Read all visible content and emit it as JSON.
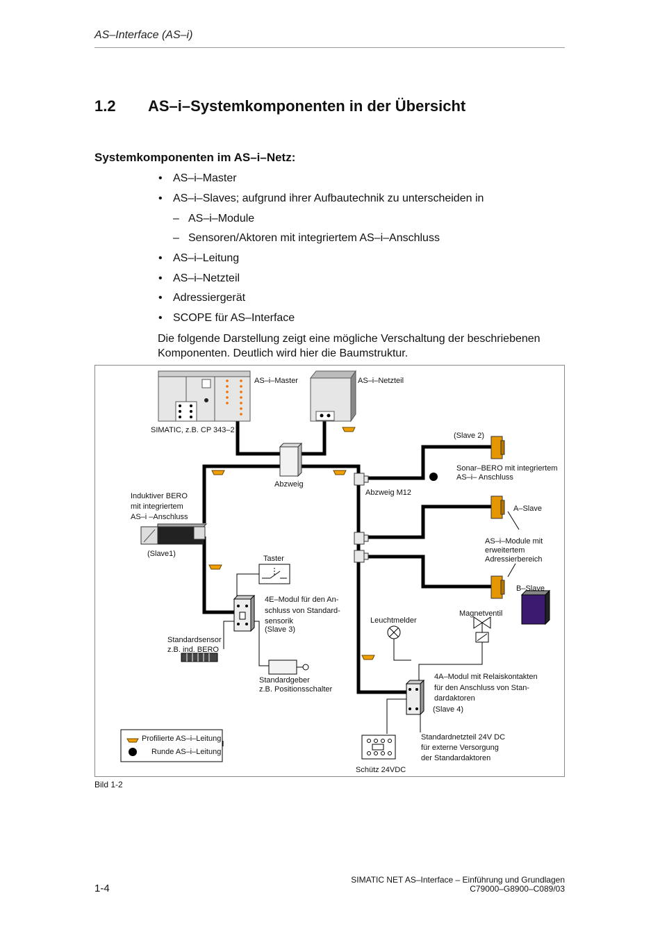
{
  "header": {
    "running_title": "AS–Interface (AS–i)"
  },
  "section": {
    "number": "1.2",
    "title": "AS–i–Systemkomponenten in der Übersicht"
  },
  "subheading": "Systemkomponenten im AS–i–Netz:",
  "list": {
    "bullet_symbol": "•",
    "dash_symbol": "–",
    "items": [
      "AS–i–Master",
      "AS–i–Slaves; aufgrund ihrer Aufbautechnik zu unterscheiden in",
      "AS–i–Module",
      "Sensoren/Aktoren mit integriertem AS–i–Anschluss",
      "AS–i–Leitung",
      "AS–i–Netzteil",
      "Adressiergerät",
      "SCOPE für AS–Interface"
    ]
  },
  "intro": "Die folgende Darstellung zeigt eine mögliche Verschaltung der beschriebenen Komponenten. Deutlich wird hier die Baumstruktur.",
  "figure": {
    "labels": {
      "master": "AS–i–Master",
      "netzteil": "AS–i–Netzteil",
      "simatic": "SIMATIC, z.B. CP 343–2",
      "slave2": "(Slave 2)",
      "sonar1": "Sonar–BERO mit integriertem",
      "sonar2": "AS–i– Anschluss",
      "abzweig": "Abzweig",
      "abzweig_m12": "Abzweig M12",
      "ind1": "Induktiver BERO",
      "ind2": "mit integriertem",
      "ind3": "AS–i –Anschluss",
      "a_slave": "A–Slave",
      "slave1": "(Slave1)",
      "taster": "Taster",
      "mod_ext1": "AS–i–Module mit",
      "mod_ext2": "erweitertem",
      "mod_ext3": "Adressierbereich",
      "b_slave": "B–Slave",
      "m4e1": "4E–Modul für den An-",
      "m4e2": "schluss von Standard-",
      "m4e3": "sensorik",
      "slave3": "(Slave 3)",
      "magnetventil": "Magnetventil",
      "leuchtmelder": "Leuchtmelder",
      "stdsensor1": "Standardsensor",
      "stdsensor2": "z.B. ind. BERO",
      "geber1": "Standardgeber",
      "geber2": "z.B. Positionsschalter",
      "m4a1": "4A–Modul mit Relaiskontakten",
      "m4a2": "für den Anschluss von Stan-",
      "m4a3": "dardaktoren",
      "slave4": "(Slave 4)",
      "legend_profiled": "Profilierte AS–i–Leitung",
      "legend_round": "Runde AS–i–Leitung",
      "ntz1": "Standardnetzteil 24V DC",
      "ntz2": "für externe Versorgung",
      "ntz3": "der Standardaktoren",
      "schuetz": "Schütz 24VDC"
    },
    "caption": "Bild 1-2"
  },
  "footer": {
    "page": "1-4",
    "line1": "SIMATIC NET AS–Interface – Einführung und Grundlagen",
    "line2": "C79000–G8900–C089/03"
  },
  "colors": {
    "cable_orange": "#f0a000",
    "cable_black": "#000000",
    "psu_purple": "#3b1a70"
  }
}
